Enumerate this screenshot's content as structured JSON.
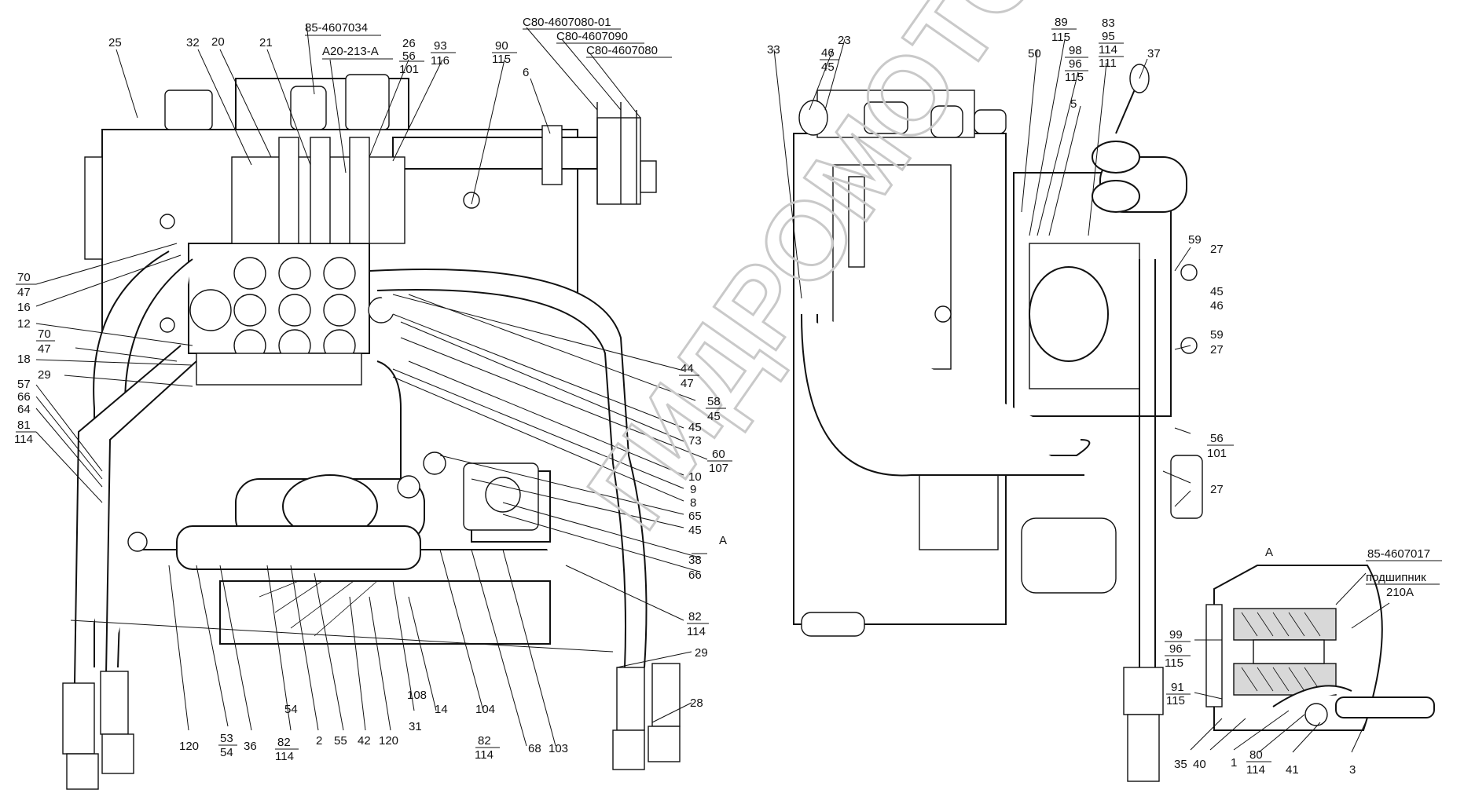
{
  "labels": {
    "l25": "25",
    "l32": "32",
    "l20": "20",
    "l21": "21",
    "l85_4607034": "85-4607034",
    "lA20": "A20-213-A",
    "l26": "26",
    "l56": "56",
    "l101": "101",
    "l93": "93",
    "l116": "116",
    "l90": "90",
    "l115": "115",
    "l6": "6",
    "lC80_01": "C80-4607080-01",
    "lC80_090": "C80-4607090",
    "lC80_080": "C80-4607080",
    "l70": "70",
    "l47": "47",
    "l16": "16",
    "l12": "12",
    "l18": "18",
    "l29": "29",
    "l57": "57",
    "l66": "66",
    "l64": "64",
    "l81": "81",
    "l114": "114",
    "l44": "44",
    "l58": "58",
    "l45": "45",
    "l73": "73",
    "l60": "60",
    "l107": "107",
    "l10": "10",
    "l9": "9",
    "l8": "8",
    "l65": "65",
    "l38": "38",
    "l82": "82",
    "l28": "28",
    "l120": "120",
    "l53": "53",
    "l54": "54",
    "l36": "36",
    "l2": "2",
    "l55": "55",
    "l42": "42",
    "l31": "31",
    "l108": "108",
    "l14": "14",
    "l104": "104",
    "l68": "68",
    "l103": "103",
    "lA": "A",
    "l33": "33",
    "l46": "46",
    "l23": "23",
    "l50": "50",
    "l89": "89",
    "l98": "98",
    "l96": "96",
    "l83": "83",
    "l95": "95",
    "l111": "111",
    "l37": "37",
    "l5": "5",
    "l59": "59",
    "l27": "27",
    "l85_4607017": "85-4607017",
    "lbearing1": "подшипник",
    "lbearing2": "210А",
    "l99": "99",
    "l91": "91",
    "l35": "35",
    "l40": "40",
    "l1": "1",
    "l80": "80",
    "l41": "41",
    "l3": "3"
  },
  "watermark": "ГИДРОМОТОР"
}
